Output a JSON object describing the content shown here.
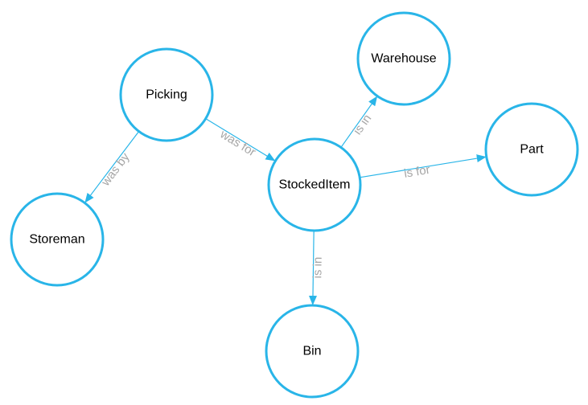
{
  "colors": {
    "node_stroke": "#29b5e8",
    "edge_stroke": "#29b5e8",
    "edge_label": "#a6a6a6",
    "node_label": "#000000",
    "background": "#ffffff"
  },
  "diagram": {
    "nodes": [
      {
        "id": "picking",
        "label": "Picking"
      },
      {
        "id": "warehouse",
        "label": "Warehouse"
      },
      {
        "id": "part",
        "label": "Part"
      },
      {
        "id": "stockeditem",
        "label": "StockedItem"
      },
      {
        "id": "storeman",
        "label": "Storeman"
      },
      {
        "id": "bin",
        "label": "Bin"
      }
    ],
    "edges": [
      {
        "from": "picking",
        "to": "storeman",
        "label": "was by"
      },
      {
        "from": "picking",
        "to": "stockeditem",
        "label": "was for"
      },
      {
        "from": "stockeditem",
        "to": "warehouse",
        "label": "is in"
      },
      {
        "from": "stockeditem",
        "to": "part",
        "label": "is for"
      },
      {
        "from": "stockeditem",
        "to": "bin",
        "label": "is in"
      }
    ]
  }
}
